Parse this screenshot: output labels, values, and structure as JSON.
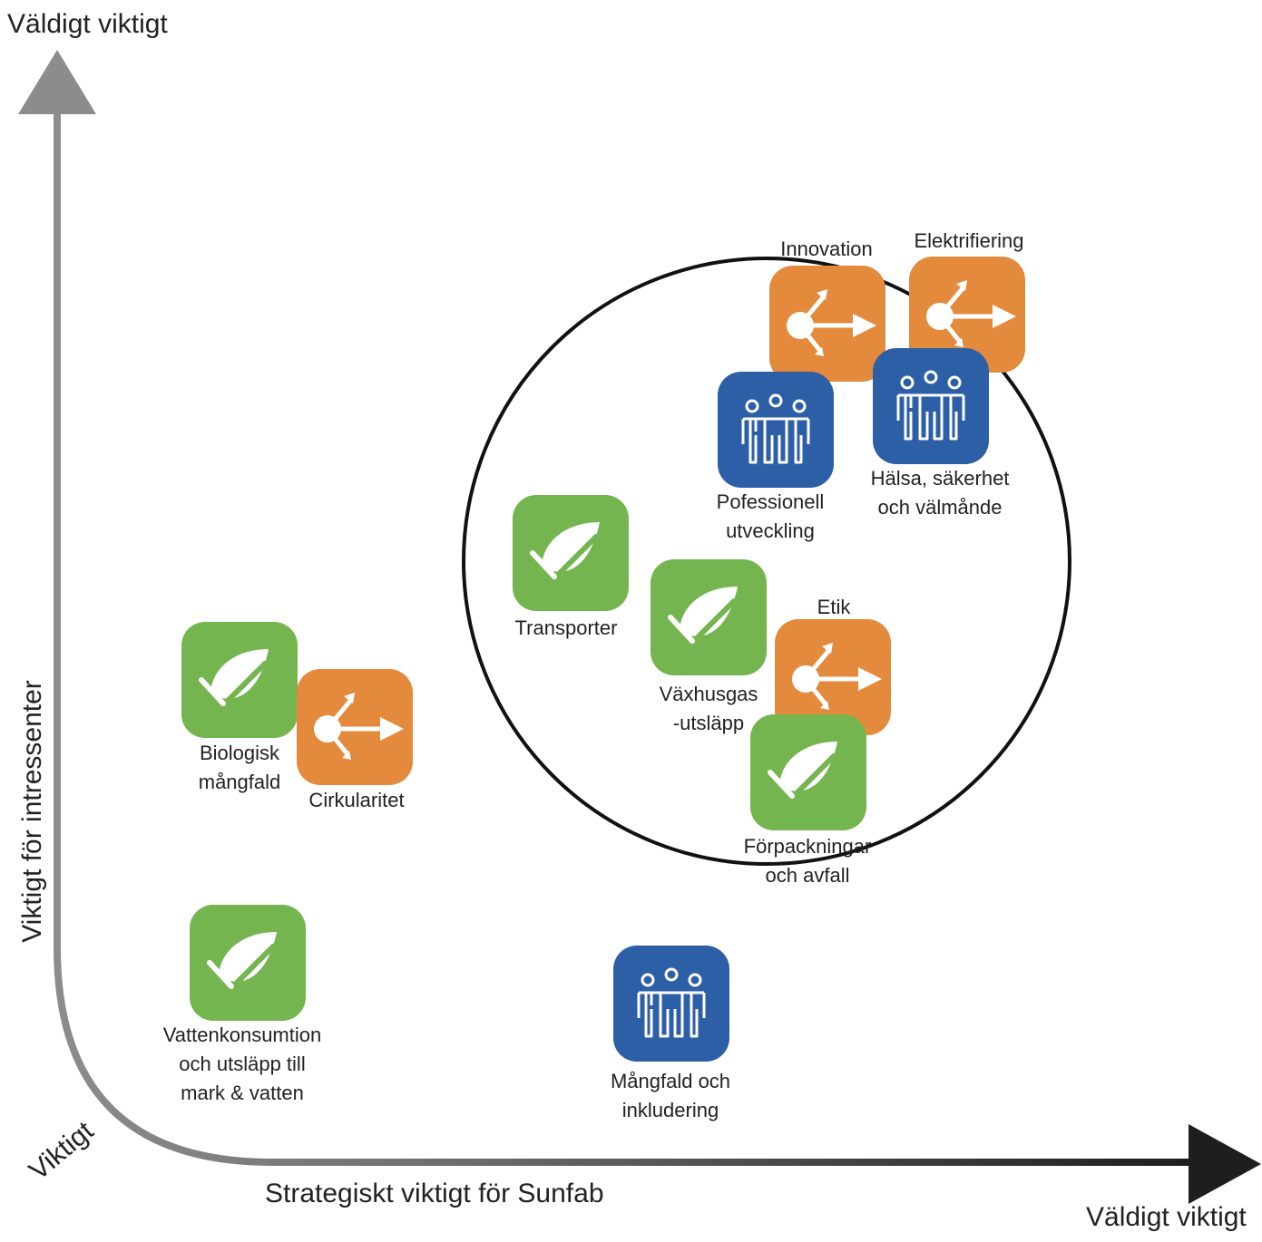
{
  "axes": {
    "y_top": "Väldigt viktigt",
    "y_title": "Viktigt för intressenter",
    "origin": "Viktigt",
    "x_title": "Strategiskt viktigt för Sunfab",
    "x_right": "Väldigt viktigt"
  },
  "colors": {
    "green": "#74b550",
    "orange": "#e38a3c",
    "blue": "#2c5fa6",
    "axis_gray": "#8c8c8c",
    "axis_dark": "#1e1e1e"
  },
  "items": [
    {
      "id": "innovation",
      "label": "Innovation",
      "category": "orange",
      "icon": "network-arrow-icon"
    },
    {
      "id": "elektrifiering",
      "label": "Elektrifiering",
      "category": "orange",
      "icon": "network-arrow-icon"
    },
    {
      "id": "pofessionell",
      "label": "Pofessionell\nutveckling",
      "category": "blue",
      "icon": "people-group-icon"
    },
    {
      "id": "halsa",
      "label": "Hälsa, säkerhet\noch välmånde",
      "category": "blue",
      "icon": "people-group-icon"
    },
    {
      "id": "transporter",
      "label": "Transporter",
      "category": "green",
      "icon": "leaf-icon"
    },
    {
      "id": "vaxhusgas",
      "label": "Växhusgas\n-utsläpp",
      "category": "green",
      "icon": "leaf-icon"
    },
    {
      "id": "etik",
      "label": "Etik",
      "category": "orange",
      "icon": "network-arrow-icon"
    },
    {
      "id": "forpackningar",
      "label": "Förpackningar\noch avfall",
      "category": "green",
      "icon": "leaf-icon"
    },
    {
      "id": "biologisk",
      "label": "Biologisk\nmångfald",
      "category": "green",
      "icon": "leaf-icon"
    },
    {
      "id": "cirkularitet",
      "label": "Cirkularitet",
      "category": "orange",
      "icon": "network-arrow-icon"
    },
    {
      "id": "vattenkonsumtion",
      "label": "Vattenkonsumtion\noch utsläpp till\nmark & vatten",
      "category": "green",
      "icon": "leaf-icon"
    },
    {
      "id": "mangfald",
      "label": "Mångfald och\ninkludering",
      "category": "blue",
      "icon": "people-group-icon"
    }
  ]
}
